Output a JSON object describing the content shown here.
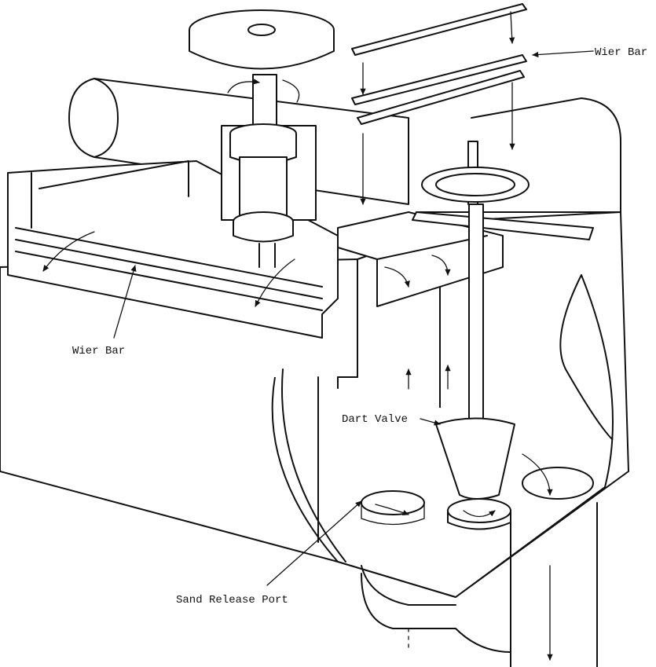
{
  "labels": {
    "weir_bar_top": "Wier Bar",
    "weir_bar_left": "Wier Bar",
    "dart_valve": "Dart Valve",
    "sand_release_port": "Sand Release Port"
  },
  "colors": {
    "ink": "#111111",
    "paper": "#ffffff"
  },
  "icons": {
    "flow_arrow": "arrow-icon"
  }
}
